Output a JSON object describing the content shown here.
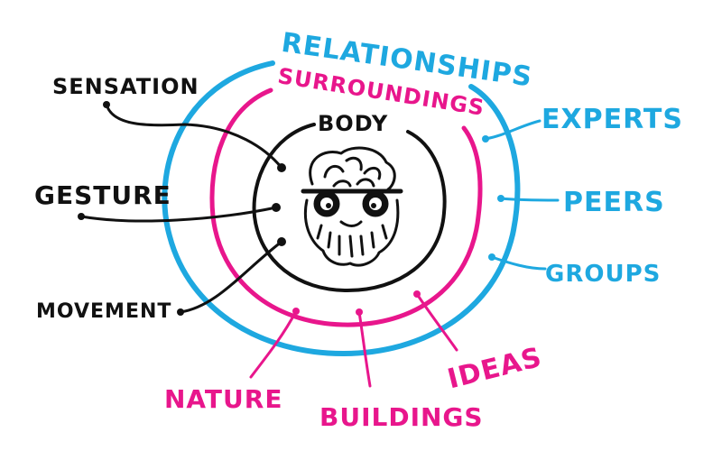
{
  "colors": {
    "ink": "#111111",
    "cyan": "#1ea8e0",
    "magenta": "#e8168c",
    "background": "#ffffff"
  },
  "rings": {
    "outer": "RELATIONSHIPS",
    "middle": "SURROUNDINGS",
    "inner": "BODY"
  },
  "body_labels": {
    "sensation": "SENSATION",
    "gesture": "GESTURE",
    "movement": "MOVEMENT"
  },
  "relationship_labels": {
    "experts": "EXPERTS",
    "peers": "PEERS",
    "groups": "GROUPS"
  },
  "surrounding_labels": {
    "nature": "NATURE",
    "buildings": "BUILDINGS",
    "ideas": "IDEAS"
  },
  "center_icon": "bearded-head-with-brain-and-glasses-icon"
}
